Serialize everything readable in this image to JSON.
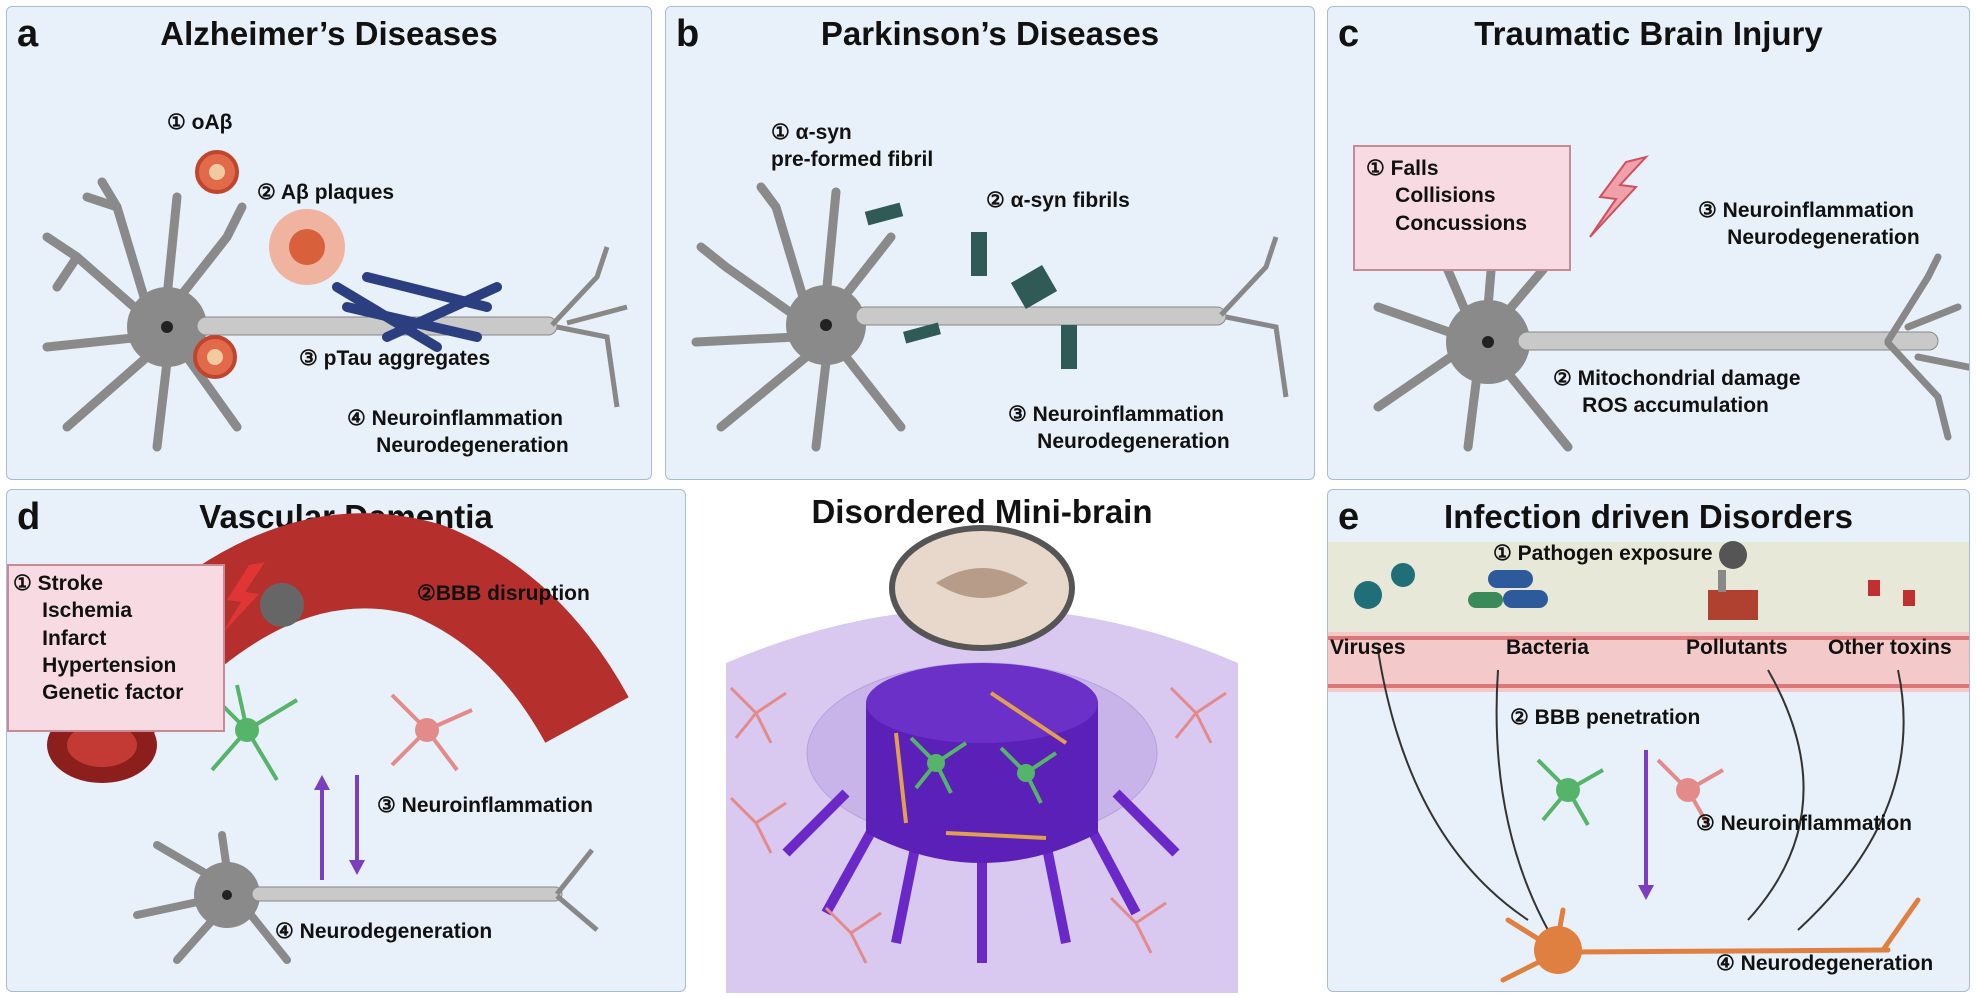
{
  "panels": {
    "a": {
      "letter": "a",
      "title": "Alzheimer’s Diseases",
      "labels": [
        "① oAβ",
        "② Aβ plaques",
        "③ pTau aggregates",
        "④ Neuroinflammation\n     Neurodegeneration"
      ]
    },
    "b": {
      "letter": "b",
      "title": "Parkinson’s Diseases",
      "labels": [
        "① α-syn\npre-formed fibril",
        "② α-syn fibrils",
        "③ Neuroinflammation\n     Neurodegeneration"
      ]
    },
    "c": {
      "letter": "c",
      "title": "Traumatic Brain Injury",
      "labels": [
        "① Falls\n     Collisions\n     Concussions",
        "③ Neuroinflammation\n     Neurodegeneration",
        "② Mitochondrial damage\n     ROS accumulation"
      ]
    },
    "d": {
      "letter": "d",
      "title": "Vascular Dementia",
      "labels": [
        "① Stroke\n     Ischemia\n     Infarct\n     Hypertension\n     Genetic factor",
        "②BBB disruption",
        "③ Neuroinflammation",
        "④ Neurodegeneration"
      ]
    },
    "center": {
      "title": "Disordered Mini-brain"
    },
    "e": {
      "letter": "e",
      "title": "Infection driven Disorders",
      "labels": [
        "① Pathogen exposure",
        "Viruses",
        "Bacteria",
        "Pollutants",
        "Other toxins",
        "② BBB penetration",
        "③ Neuroinflammation",
        "④ Neurodegeneration"
      ]
    }
  },
  "colors": {
    "panel_bg": "#e8f0f9",
    "neuron": "#8a8a8a",
    "vessel": "#b5302c",
    "microglia_green": "#55b36a",
    "astro_pink": "#e38b8b",
    "plaque": "#d8603a",
    "tau": "#2b3f80",
    "purple": "#7a3ebf",
    "box": "#f8dbe2"
  }
}
